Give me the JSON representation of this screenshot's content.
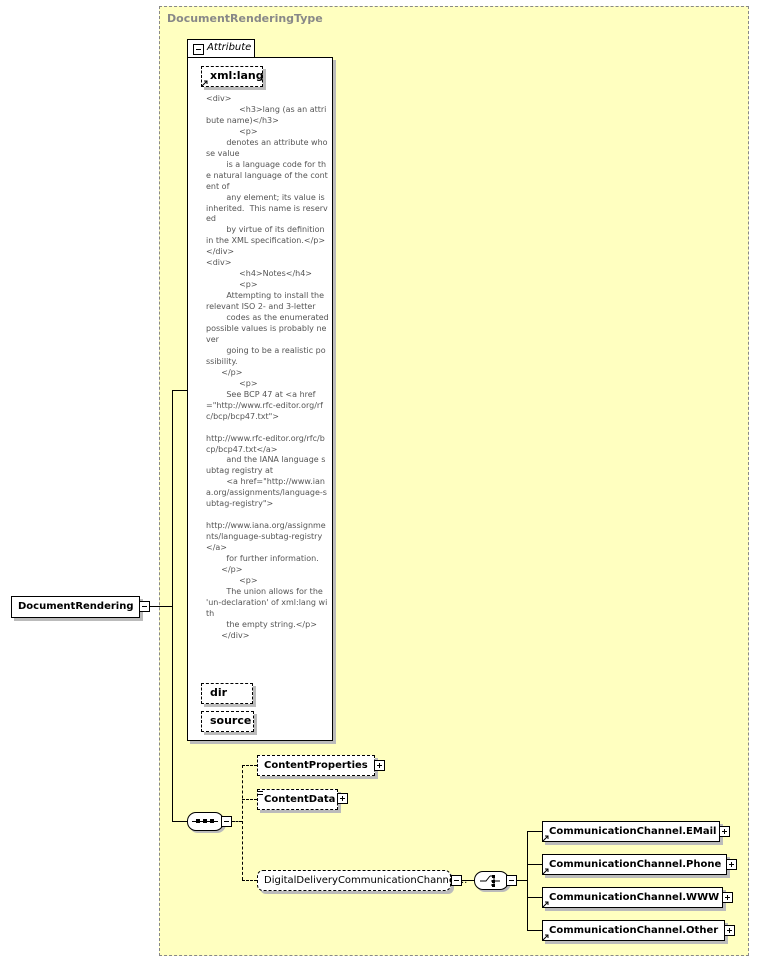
{
  "type_name": "DocumentRenderingType",
  "root_element": "DocumentRendering",
  "attribute_group": {
    "label": "Attribute",
    "attributes": [
      {
        "name": "xml:lang",
        "documentation": "<div>\n             <h3>lang (as an attribute name)</h3>\n             <p>\n        denotes an attribute whose value\n        is a language code for the natural language of the content of\n        any element; its value is inherited.  This name is reserved\n        by virtue of its definition in the XML specification.</p>\n</div>\n<div>\n             <h4>Notes</h4>\n             <p>\n        Attempting to install the relevant ISO 2- and 3-letter\n        codes as the enumerated possible values is probably never\n        going to be a realistic possibility.\n      </p>\n             <p>\n        See BCP 47 at <a href=\"http://www.rfc-editor.org/rfc/bcp/bcp47.txt\">\n\nhttp://www.rfc-editor.org/rfc/bcp/bcp47.txt</a>\n        and the IANA language subtag registry at\n        <a href=\"http://www.iana.org/assignments/language-subtag-registry\">\n\nhttp://www.iana.org/assignments/language-subtag-registry</a>\n        for further information.\n      </p>\n             <p>\n        The union allows for the 'un-declaration' of xml:lang with\n        the empty string.</p>\n      </div>"
      },
      {
        "name": "dir"
      },
      {
        "name": "source"
      }
    ]
  },
  "sequence_children": [
    {
      "name": "ContentProperties"
    },
    {
      "name": "ContentData"
    },
    {
      "name": "DigitalDeliveryCommunicationChannel..."
    }
  ],
  "choice_children": [
    {
      "name": "CommunicationChannel.EMail"
    },
    {
      "name": "CommunicationChannel.Phone"
    },
    {
      "name": "CommunicationChannel.WWW"
    },
    {
      "name": "CommunicationChannel.Other"
    }
  ]
}
